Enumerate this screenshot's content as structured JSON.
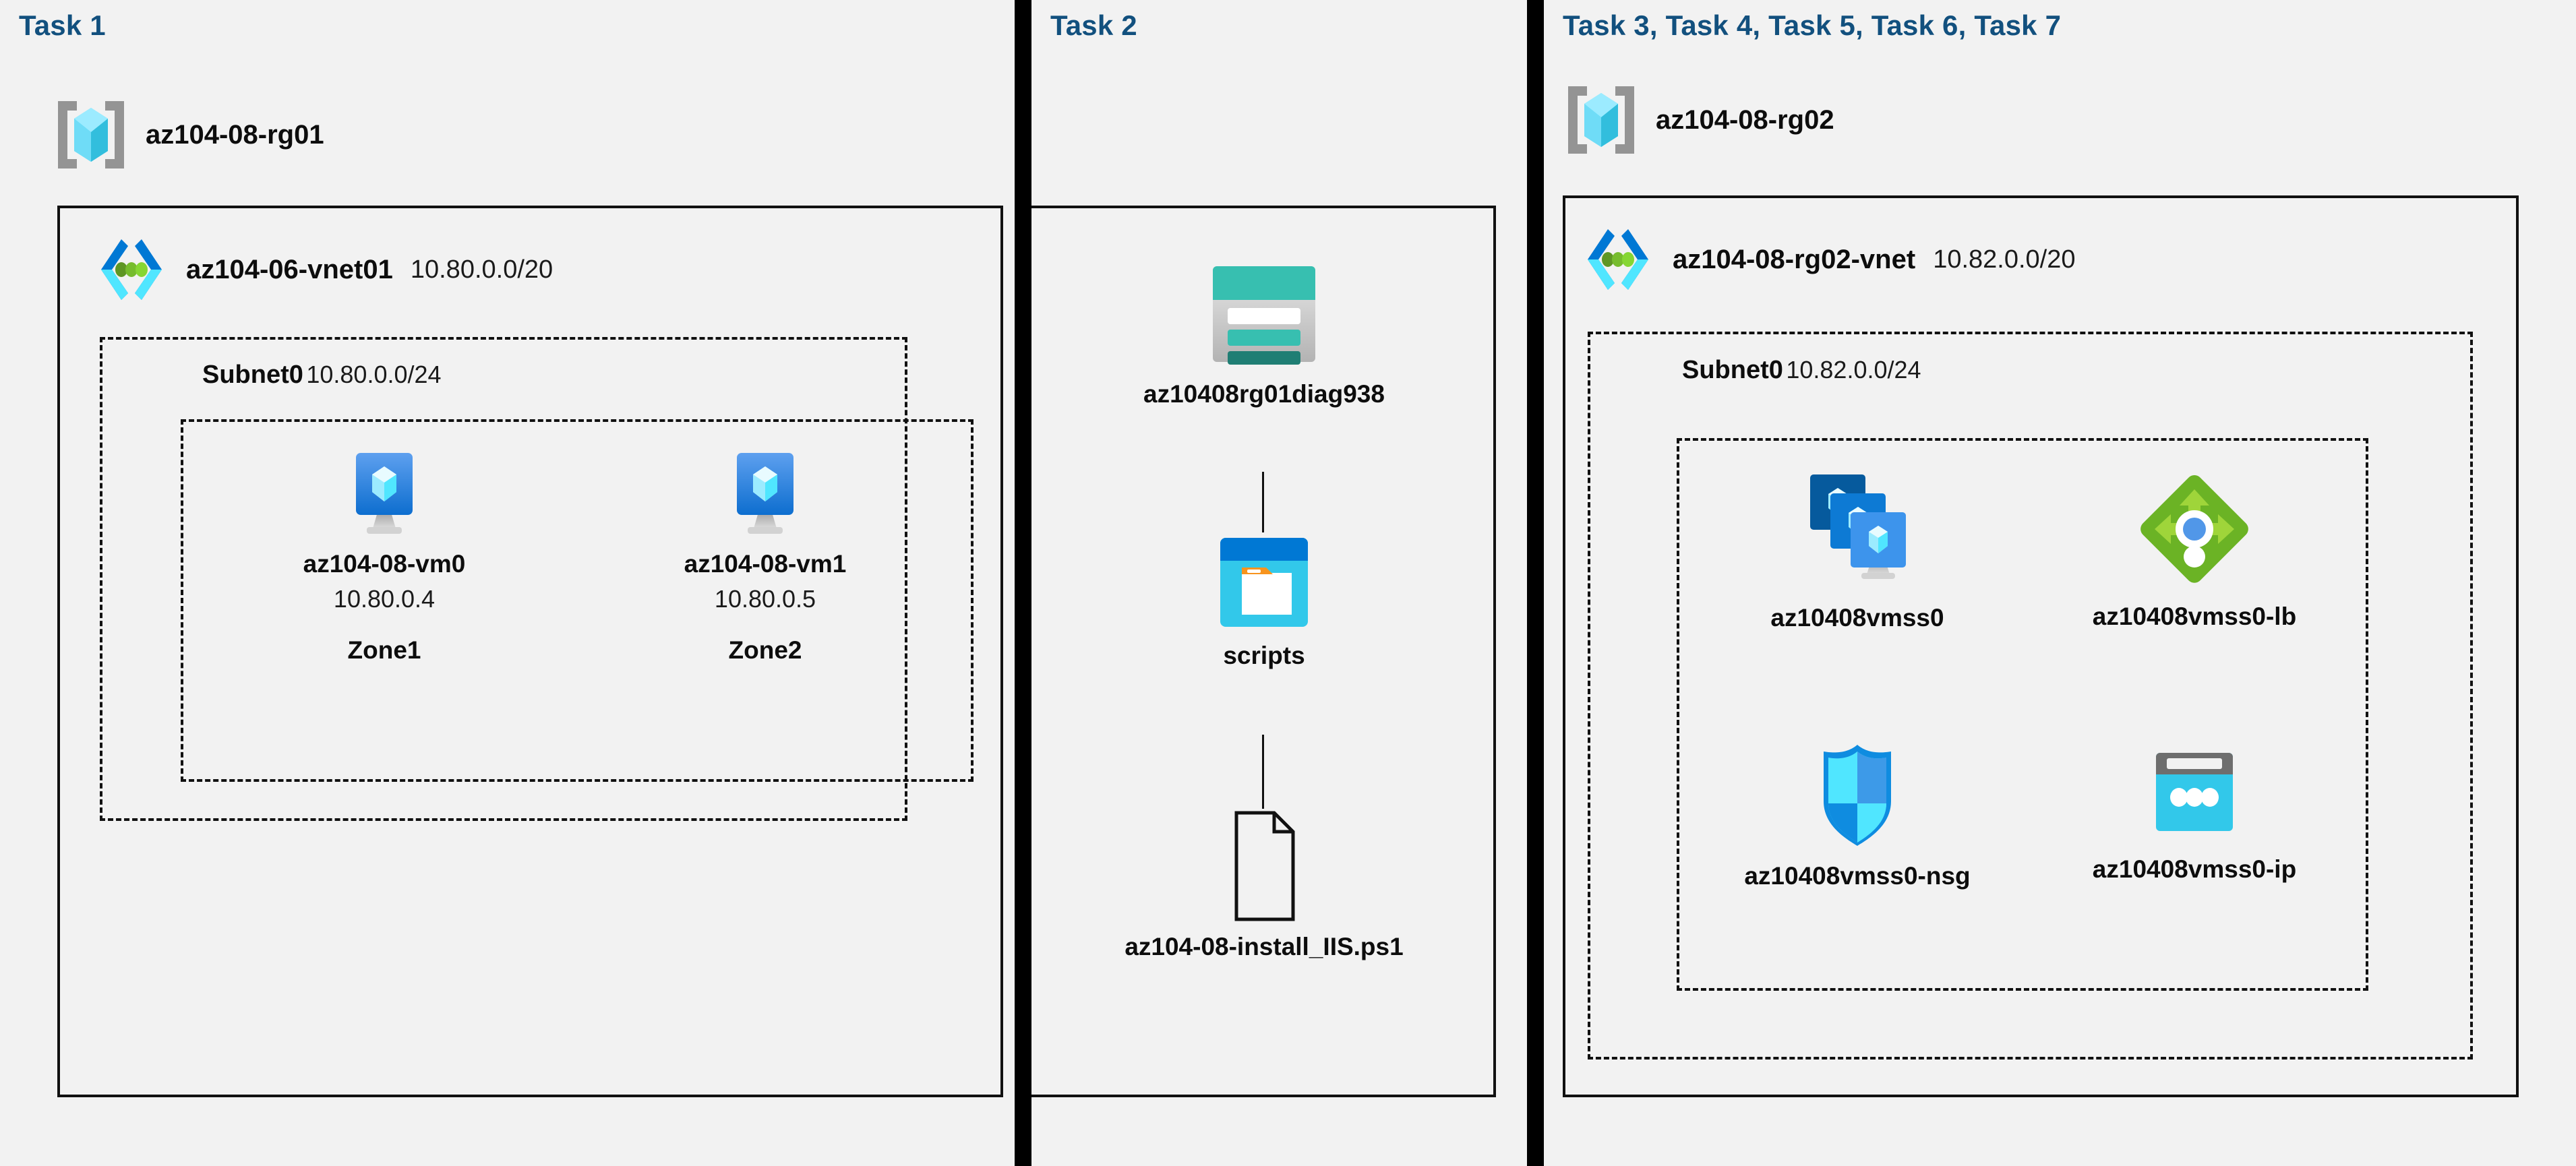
{
  "diagram": {
    "title": "Azure AZ-104 Lab 08 architecture",
    "background": "#f2f2f2",
    "header_color": "#12507e"
  },
  "panels": [
    {
      "id": "task1",
      "header": "Task 1",
      "resource_group": {
        "name": "az104-08-rg01",
        "icon": "resource-group-icon"
      },
      "vnet": {
        "name": "az104-06-vnet01",
        "cidr": "10.80.0.0/20",
        "icon": "virtual-network-icon"
      },
      "subnet": {
        "name": "Subnet0",
        "cidr": "10.80.0.0/24"
      },
      "vms": [
        {
          "name": "az104-08-vm0",
          "ip": "10.80.0.4",
          "zone": "Zone1",
          "icon": "virtual-machine-icon"
        },
        {
          "name": "az104-08-vm1",
          "ip": "10.80.0.5",
          "zone": "Zone2",
          "icon": "virtual-machine-icon"
        }
      ]
    },
    {
      "id": "task2",
      "header": "Task 2",
      "items": [
        {
          "name": "az10408rg01diag938",
          "icon": "storage-account-icon"
        },
        {
          "name": "scripts",
          "icon": "blob-container-icon"
        },
        {
          "name": "az104-08-install_IIS.ps1",
          "icon": "file-icon"
        }
      ]
    },
    {
      "id": "task3",
      "header": "Task 3, Task 4, Task 5, Task 6, Task 7",
      "resource_group": {
        "name": "az104-08-rg02",
        "icon": "resource-group-icon"
      },
      "vnet": {
        "name": "az104-08-rg02-vnet",
        "cidr": "10.82.0.0/20",
        "icon": "virtual-network-icon"
      },
      "subnet": {
        "name": "Subnet0",
        "cidr": "10.82.0.0/24"
      },
      "resources": [
        {
          "name": "az10408vmss0",
          "icon": "vm-scale-set-icon"
        },
        {
          "name": "az10408vmss0-lb",
          "icon": "load-balancer-icon"
        },
        {
          "name": "az10408vmss0-nsg",
          "icon": "network-security-group-icon"
        },
        {
          "name": "az10408vmss0-ip",
          "icon": "public-ip-address-icon"
        }
      ]
    }
  ],
  "colors": {
    "header_blue": "#12507e",
    "cube_cyan": "#50e6ff",
    "cube_cyan_dark": "#32bedd",
    "bracket_gray": "#949494",
    "vnet_blue": "#0078d4",
    "vnet_green": "#5e9624",
    "vm_blue": "#0078d4",
    "storage_teal": "#37bfb0",
    "storage_teal_dark": "#1f7e74",
    "blob_blue": "#0078d4",
    "blob_cyan": "#32bedd",
    "blob_orange": "#f7941e",
    "lb_green": "#6bb325",
    "lb_green_light": "#9fd53a",
    "lb_blue": "#5197e8",
    "nsg_cyan": "#50e6ff",
    "nsg_blue": "#0f8ce0",
    "ip_gray": "#6e6e6e",
    "ip_cyan": "#32c8ea"
  }
}
